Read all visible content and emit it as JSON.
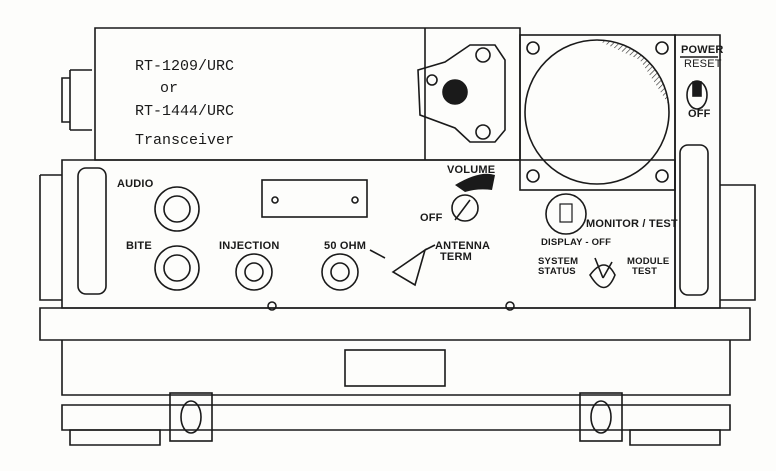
{
  "nameplate": {
    "model_1": "RT-1209/URC",
    "or": "or",
    "model_2": "RT-1444/URC",
    "type": "Transceiver"
  },
  "controls": {
    "audio": "AUDIO",
    "bite": "BITE",
    "injection": "INJECTION",
    "fifty_ohm": "50 OHM",
    "antenna": "ANTENNA",
    "term": "TERM",
    "volume": "VOLUME",
    "off": "OFF",
    "monitor_test": "MONITOR / TEST",
    "display_off": "DISPLAY - OFF",
    "system": "SYSTEM",
    "status": "STATUS",
    "module": "MODULE",
    "test": "TEST",
    "power": "POWER",
    "reset": "RESET",
    "power_off": "OFF"
  },
  "colors": {
    "ink": "#1a1a1a",
    "paper": "#fdfdfb"
  }
}
